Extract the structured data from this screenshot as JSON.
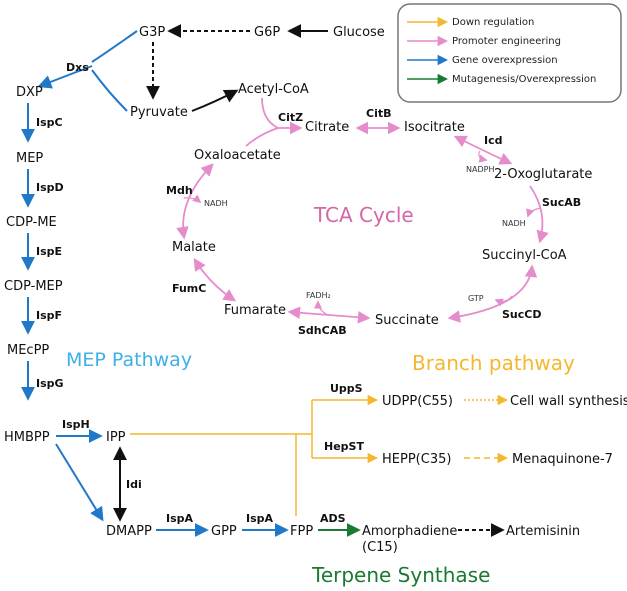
{
  "colors": {
    "down": "#f4b72e",
    "promoter": "#e58ccc",
    "gene": "#1f78c8",
    "mutagenesis": "#1b7a32",
    "black": "#111111"
  },
  "legend": {
    "down": "Down regulation",
    "promoter": "Promoter engineering",
    "gene": "Gene overexpression",
    "mutagenesis": "Mutagenesis/Overexpression"
  },
  "titles": {
    "mep": "MEP Pathway",
    "tca": "TCA Cycle",
    "branch": "Branch pathway",
    "terpene": "Terpene Synthase"
  },
  "nodes": {
    "glucose": "Glucose",
    "g6p": "G6P",
    "g3p": "G3P",
    "pyruvate": "Pyruvate",
    "acetyl_coa": "Acetyl-CoA",
    "citrate": "Citrate",
    "isocitrate": "Isocitrate",
    "oxoglutarate": "2-Oxoglutarate",
    "succinyl_coa": "Succinyl-CoA",
    "succinate": "Succinate",
    "fumarate": "Fumarate",
    "malate": "Malate",
    "oxaloacetate": "Oxaloacetate",
    "dxp": "DXP",
    "mep": "MEP",
    "cdp_me": "CDP-ME",
    "cdp_mep": "CDP-MEP",
    "mecpp": "MEcPP",
    "hmbpp": "HMBPP",
    "ipp": "IPP",
    "dmapp": "DMAPP",
    "gpp": "GPP",
    "fpp": "FPP",
    "amorphadiene": "Amorphadiene",
    "c15": "(C15)",
    "artemisinin": "Artemisinin",
    "udpp": "UDPP(C55)",
    "cell_wall": "Cell wall synthesis",
    "hepp": "HEPP(C35)",
    "menaquinone": "Menaquinone-7"
  },
  "enzymes": {
    "dxs": "Dxs",
    "ispc": "IspC",
    "ispd": "IspD",
    "ispe": "IspE",
    "ispf": "IspF",
    "ispg": "IspG",
    "isph": "IspH",
    "idi": "Idi",
    "ispa1": "IspA",
    "ispa2": "IspA",
    "ads": "ADS",
    "upps": "UppS",
    "hepst": "HepST",
    "citz": "CitZ",
    "citb": "CitB",
    "icd": "Icd",
    "sucab": "SucAB",
    "sucd": "SucCD",
    "sdhcab": "SdhCAB",
    "fumc": "FumC",
    "mdh": "Mdh"
  },
  "cofactors": {
    "nadph": "NADPH",
    "nadh1": "NADH",
    "nadh2": "NADH",
    "gtp": "GTP",
    "fadh2": "FADH₂"
  }
}
